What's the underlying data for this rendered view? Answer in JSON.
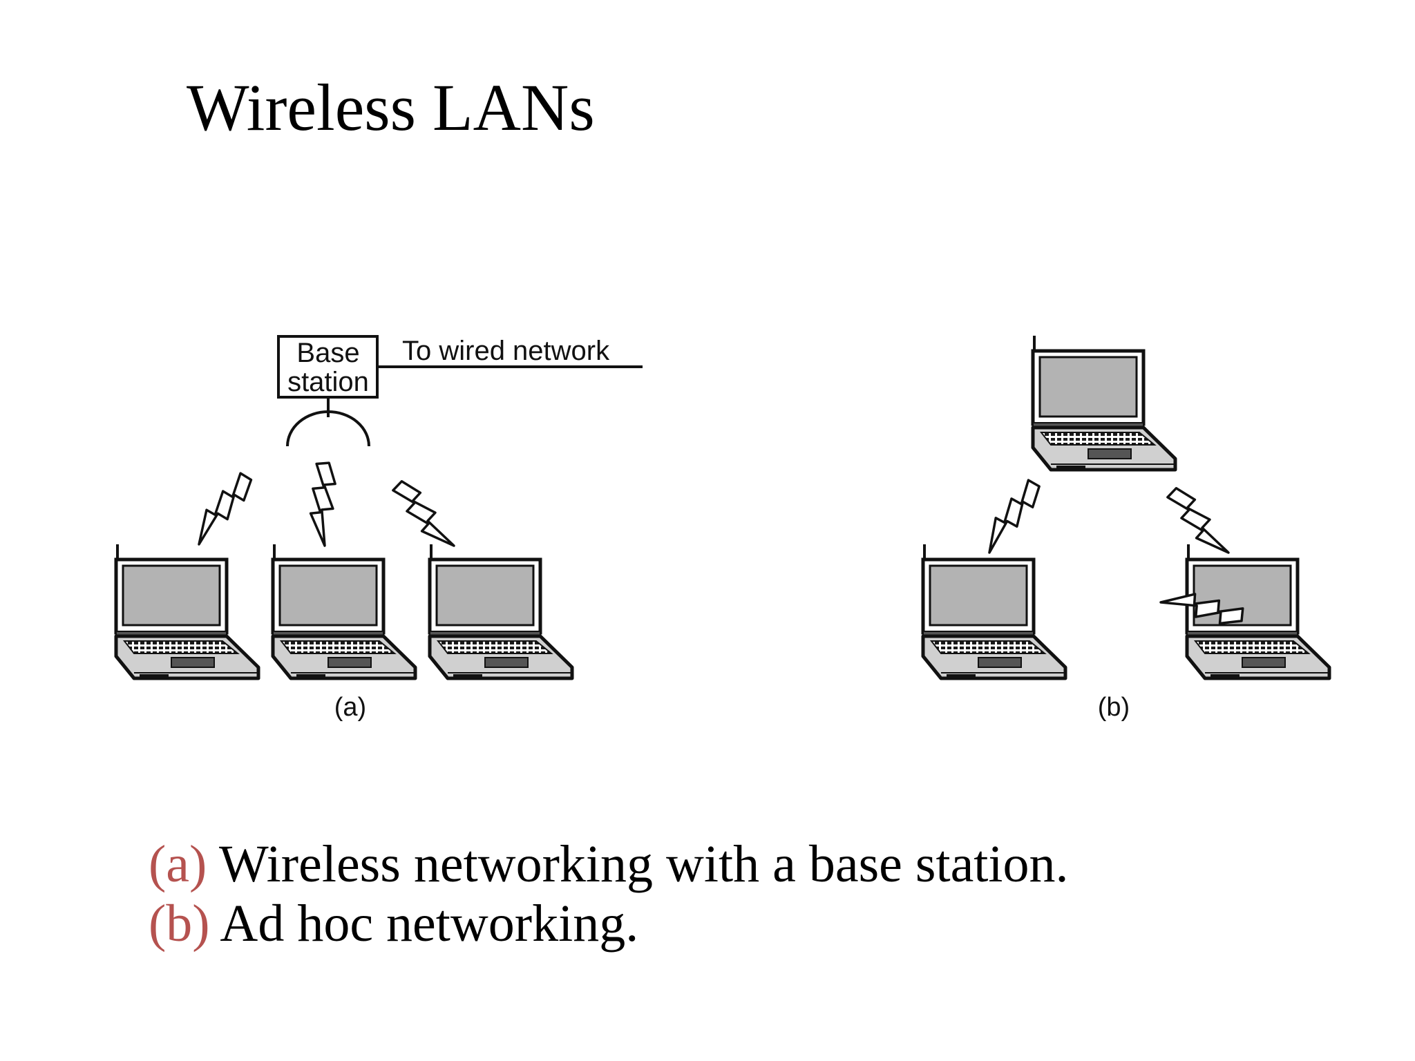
{
  "slide": {
    "title": "Wireless LANs"
  },
  "diagram": {
    "base_station_label_line1": "Base",
    "base_station_label_line2": "station",
    "wired_network_label": "To wired network",
    "panel_a_label": "(a)",
    "panel_b_label": "(b)"
  },
  "caption": {
    "items": [
      {
        "marker": "(a)",
        "text": " Wireless networking with a base station."
      },
      {
        "marker": "(b)",
        "text": " Ad hoc networking."
      }
    ]
  },
  "colors": {
    "caption_marker": "#b5524f",
    "laptop_screen": "#b3b3b3",
    "laptop_body": "#d0d0d0",
    "stroke": "#111111"
  },
  "icons": {
    "laptop": "laptop-icon",
    "wireless_link": "lightning-bolt-icon",
    "base_station": "base-station-icon"
  }
}
